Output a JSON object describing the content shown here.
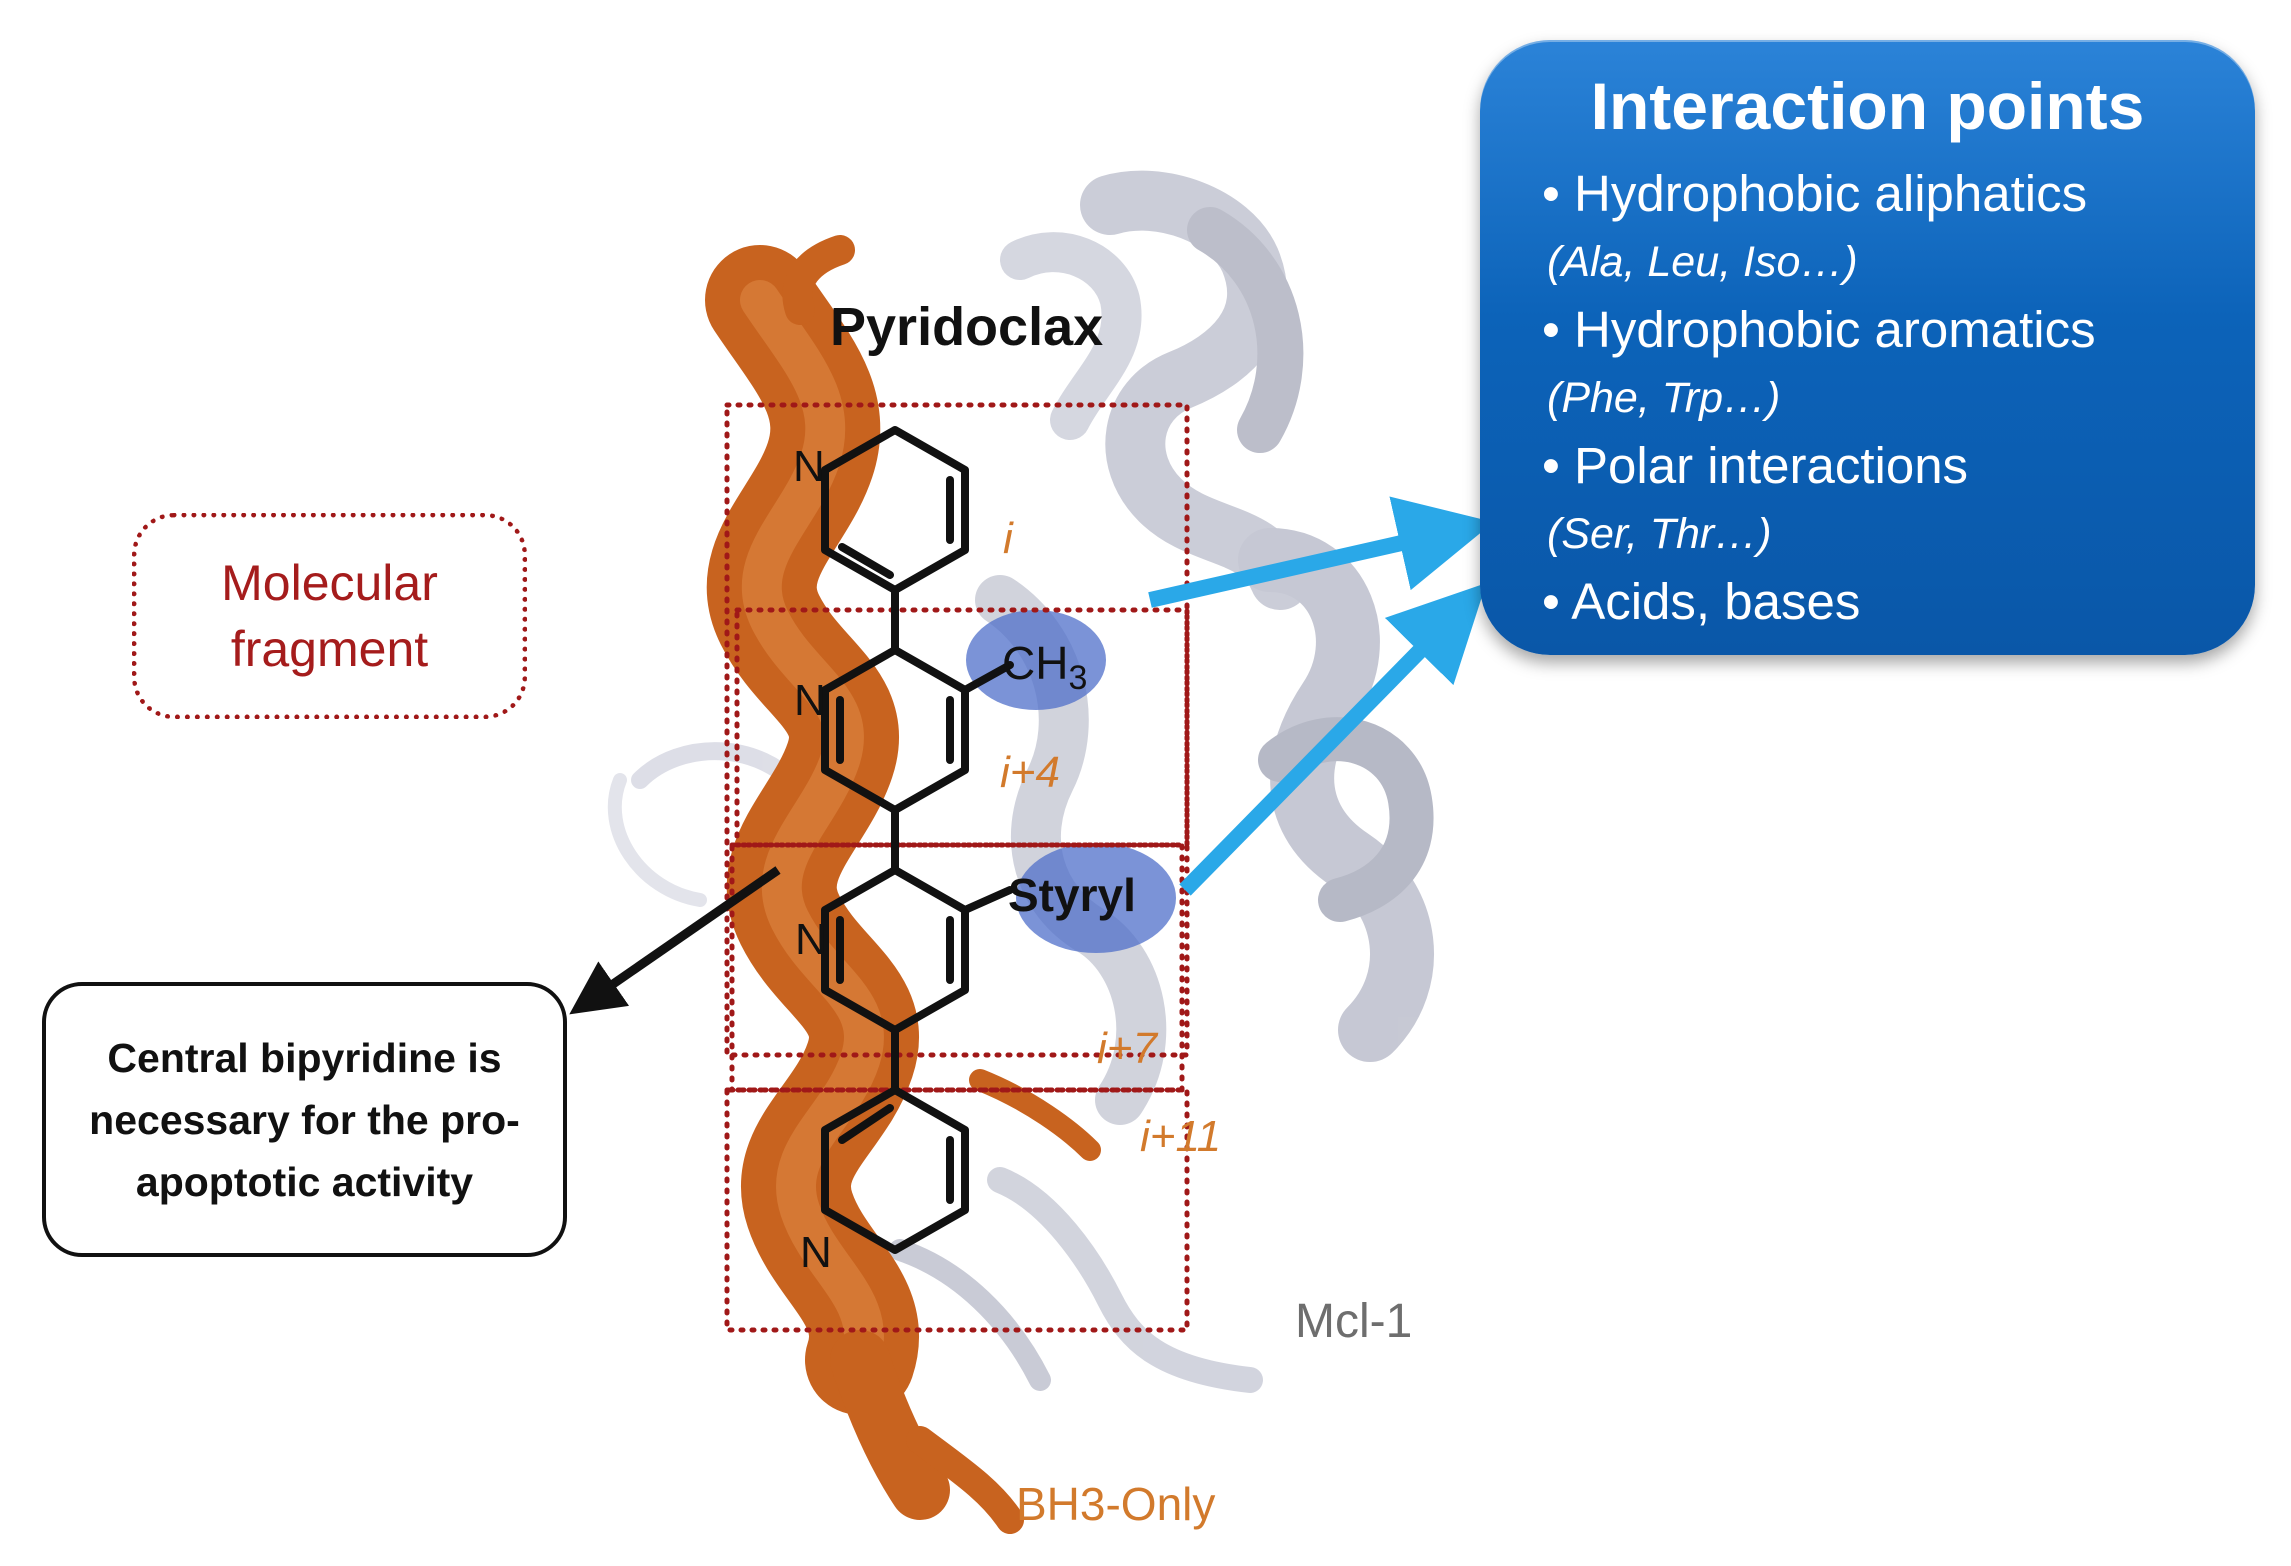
{
  "diagram": {
    "compound_label": "Pyridoclax",
    "fragment_box_label_lines": [
      "Molecular",
      "fragment"
    ],
    "note_box_lines": [
      "Central bipyridine is",
      "necessary for the pro-",
      "apoptotic activity"
    ],
    "helix_positions": [
      "i",
      "i+4",
      "i+7",
      "i+11"
    ],
    "substituents": {
      "methyl_main": "CH",
      "methyl_sub": "3",
      "styryl": "Styryl"
    },
    "nitrogen_atom": "N",
    "protein_labels": {
      "mcl1": "Mcl-1",
      "bh3": "BH3-Only"
    },
    "interaction_points": {
      "title": "Interaction points",
      "items": [
        {
          "label": "• Hydrophobic aliphatics",
          "examples": "(Ala,  Leu, Iso…)"
        },
        {
          "label": "• Hydrophobic aromatics",
          "examples": "(Phe, Trp…)"
        },
        {
          "label": "• Polar interactions",
          "examples": "(Ser, Thr…)"
        },
        {
          "label": "• Acids, bases",
          "examples": ""
        }
      ]
    },
    "colors": {
      "helix_orange": "#c8631f",
      "mcl1_grey": "#c9cbd6",
      "dotted_red": "#a01818",
      "arrow_cyan": "#2aa8e8",
      "box_blue": "#0c63b9",
      "blob_blue": "#4f6fc9"
    }
  }
}
